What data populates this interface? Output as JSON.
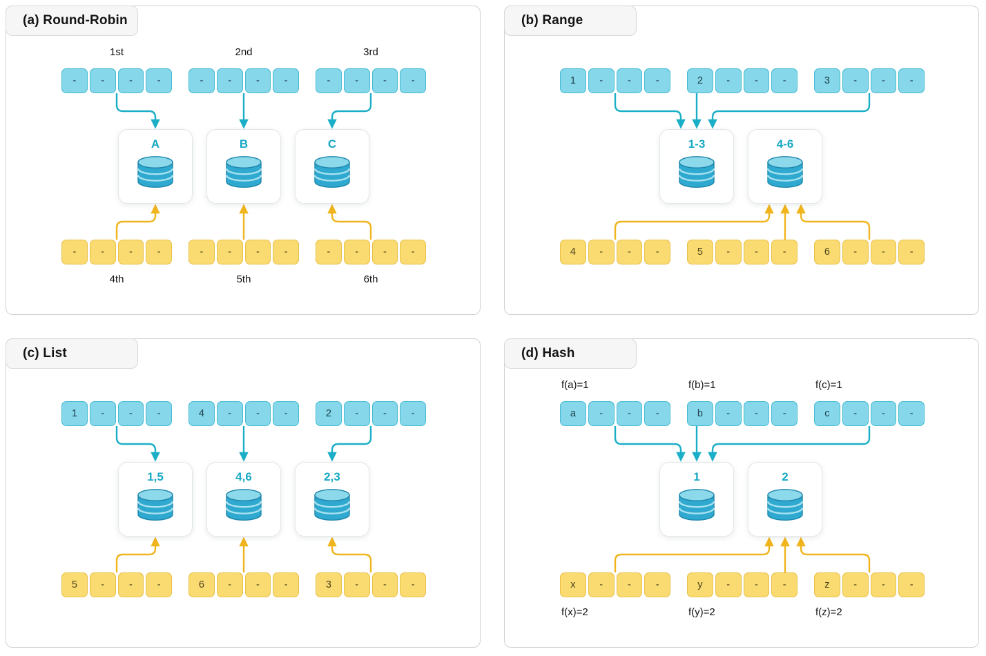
{
  "figure": {
    "colors": {
      "blue_cell_fill": "#85d7e9",
      "blue_cell_border": "#44bbd3",
      "yellow_cell_fill": "#f9db72",
      "yellow_cell_border": "#e9c045",
      "teal_arrow": "#1bafc7",
      "yellow_arrow": "#f0b41c",
      "db_label": "#17a8c4",
      "cyl_body": "#2fa9cf",
      "cyl_top": "#8cd9ec",
      "cyl_stripe": "#a8e2f0",
      "cyl_outline": "#1e86ab"
    },
    "panels": [
      {
        "id": "a",
        "name": "round-robin",
        "title": "(a) Round-Robin",
        "label_align": "center",
        "top_strips": [
          {
            "label": "1st",
            "cells": [
              "-",
              "-",
              "-",
              "-"
            ]
          },
          {
            "label": "2nd",
            "cells": [
              "-",
              "-",
              "-",
              "-"
            ]
          },
          {
            "label": "3rd",
            "cells": [
              "-",
              "-",
              "-",
              "-"
            ]
          }
        ],
        "databases": [
          "A",
          "B",
          "C"
        ],
        "bottom_strips": [
          {
            "label": "4th",
            "cells": [
              "-",
              "-",
              "-",
              "-"
            ]
          },
          {
            "label": "5th",
            "cells": [
              "-",
              "-",
              "-",
              "-"
            ]
          },
          {
            "label": "6th",
            "cells": [
              "-",
              "-",
              "-",
              "-"
            ]
          }
        ],
        "top_arrows": [
          {
            "from": 0,
            "to": 0
          },
          {
            "from": 1,
            "to": 1
          },
          {
            "from": 2,
            "to": 2
          }
        ],
        "bottom_arrows": [
          {
            "from": 0,
            "to": 0
          },
          {
            "from": 1,
            "to": 1
          },
          {
            "from": 2,
            "to": 2
          }
        ]
      },
      {
        "id": "b",
        "name": "range",
        "title": "(b) Range",
        "label_align": "center",
        "top_strips": [
          {
            "label": "",
            "cells": [
              "1",
              "-",
              "-",
              "-"
            ]
          },
          {
            "label": "",
            "cells": [
              "2",
              "-",
              "-",
              "-"
            ]
          },
          {
            "label": "",
            "cells": [
              "3",
              "-",
              "-",
              "-"
            ]
          }
        ],
        "databases": [
          "1-3",
          "4-6"
        ],
        "bottom_strips": [
          {
            "label": "",
            "cells": [
              "4",
              "-",
              "-",
              "-"
            ]
          },
          {
            "label": "",
            "cells": [
              "5",
              "-",
              "-",
              "-"
            ]
          },
          {
            "label": "",
            "cells": [
              "6",
              "-",
              "-",
              "-"
            ]
          }
        ],
        "top_arrows": [
          {
            "from": 0,
            "to": 0
          },
          {
            "from": 1,
            "to": 0
          },
          {
            "from": 2,
            "to": 0
          }
        ],
        "bottom_arrows": [
          {
            "from": 0,
            "to": 1
          },
          {
            "from": 1,
            "to": 1
          },
          {
            "from": 2,
            "to": 1
          }
        ]
      },
      {
        "id": "c",
        "name": "list",
        "title": "(c) List",
        "label_align": "center",
        "top_strips": [
          {
            "label": "",
            "cells": [
              "1",
              "-",
              "-",
              "-"
            ]
          },
          {
            "label": "",
            "cells": [
              "4",
              "-",
              "-",
              "-"
            ]
          },
          {
            "label": "",
            "cells": [
              "2",
              "-",
              "-",
              "-"
            ]
          }
        ],
        "databases": [
          "1,5",
          "4,6",
          "2,3"
        ],
        "bottom_strips": [
          {
            "label": "",
            "cells": [
              "5",
              "-",
              "-",
              "-"
            ]
          },
          {
            "label": "",
            "cells": [
              "6",
              "-",
              "-",
              "-"
            ]
          },
          {
            "label": "",
            "cells": [
              "3",
              "-",
              "-",
              "-"
            ]
          }
        ],
        "top_arrows": [
          {
            "from": 0,
            "to": 0
          },
          {
            "from": 1,
            "to": 1
          },
          {
            "from": 2,
            "to": 2
          }
        ],
        "bottom_arrows": [
          {
            "from": 0,
            "to": 0
          },
          {
            "from": 1,
            "to": 1
          },
          {
            "from": 2,
            "to": 2
          }
        ]
      },
      {
        "id": "d",
        "name": "hash",
        "title": "(d) Hash",
        "label_align": "left",
        "top_strips": [
          {
            "label": "f(a)=1",
            "cells": [
              "a",
              "-",
              "-",
              "-"
            ]
          },
          {
            "label": "f(b)=1",
            "cells": [
              "b",
              "-",
              "-",
              "-"
            ]
          },
          {
            "label": "f(c)=1",
            "cells": [
              "c",
              "-",
              "-",
              "-"
            ]
          }
        ],
        "databases": [
          "1",
          "2"
        ],
        "bottom_strips": [
          {
            "label": "f(x)=2",
            "cells": [
              "x",
              "-",
              "-",
              "-"
            ]
          },
          {
            "label": "f(y)=2",
            "cells": [
              "y",
              "-",
              "-",
              "-"
            ]
          },
          {
            "label": "f(z)=2",
            "cells": [
              "z",
              "-",
              "-",
              "-"
            ]
          }
        ],
        "top_arrows": [
          {
            "from": 0,
            "to": 0
          },
          {
            "from": 1,
            "to": 0
          },
          {
            "from": 2,
            "to": 0
          }
        ],
        "bottom_arrows": [
          {
            "from": 0,
            "to": 1
          },
          {
            "from": 1,
            "to": 1
          },
          {
            "from": 2,
            "to": 1
          }
        ]
      }
    ]
  }
}
